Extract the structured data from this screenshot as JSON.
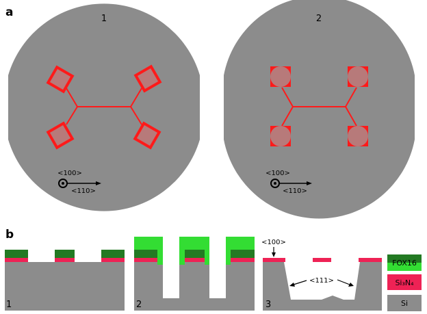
{
  "panels": {
    "a": {
      "label": "a",
      "wafers": [
        {
          "number": "1",
          "dir_top": "<100>",
          "dir_bottom": "<110>"
        },
        {
          "number": "2",
          "dir_top": "<100>",
          "dir_bottom": "<110>"
        }
      ]
    },
    "b": {
      "label": "b",
      "steps": [
        {
          "number": "1"
        },
        {
          "number": "2"
        },
        {
          "number": "3",
          "plane_top": "<100>",
          "plane_side": "<111>"
        }
      ],
      "legend": [
        {
          "label": "FOX16",
          "color": "#2e8b2e"
        },
        {
          "label": "Si₃N₄",
          "color": "#ee2255"
        },
        {
          "label": "Si",
          "color": "#8c8c8c"
        }
      ]
    }
  },
  "colors": {
    "silicon": "#8c8c8c",
    "nitride": "#ee2255",
    "fox_dark": "#237a23",
    "fox_light": "#33dd33",
    "pattern_red": "#ff1a1a"
  }
}
